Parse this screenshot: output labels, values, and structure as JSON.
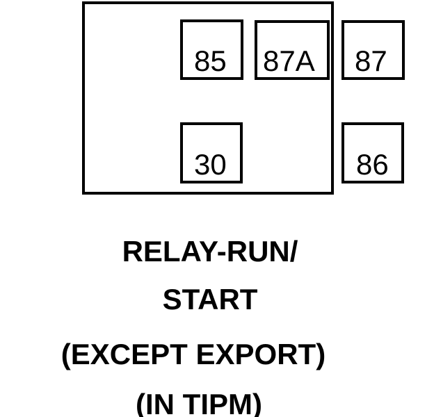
{
  "diagram": {
    "type": "relay-pinout",
    "colors": {
      "line": "#000000",
      "background": "#ffffff"
    },
    "pins": [
      {
        "label": "85",
        "position": "top-left"
      },
      {
        "label": "87A",
        "position": "top-center"
      },
      {
        "label": "87",
        "position": "top-right"
      },
      {
        "label": "30",
        "position": "bottom-left"
      },
      {
        "label": "86",
        "position": "bottom-right"
      }
    ],
    "caption": {
      "lines": [
        "RELAY-RUN/",
        "START",
        "(EXCEPT EXPORT)",
        "(IN TIPM)"
      ]
    }
  }
}
